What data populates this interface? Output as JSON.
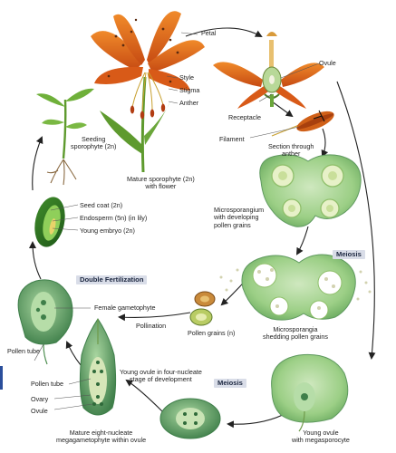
{
  "labels": {
    "petal": "Petal",
    "ovule": "Ovule",
    "style": "Style",
    "stigma": "Stigma",
    "anther": "Anther",
    "receptacle": "Receptacle",
    "filament": "Filament",
    "section_anther": "Section through\nanther",
    "seeding_sporophyte": "Seeding\nsporophyte (2n)",
    "mature_sporophyte": "Mature sporophyte (2n)\nwith flower",
    "microsporangium": "Microsporangium\nwith developing\npollen grains",
    "seed_coat": "Seed coat (2n)",
    "endosperm": "Endosperm (5n) (in lily)",
    "young_embryo": "Young embryo (2n)",
    "double_fertilization": "Double Fertilization",
    "meiosis_top": "Meiosis",
    "female_gametophyte": "Female gametophyte",
    "pollination": "Pollination",
    "pollen_grains": "Pollen grains (n)",
    "microsporangia_shedding": "Microsporangia\nshedding pollen grains",
    "pollen_tube_left": "Pollen tube",
    "young_ovule_four": "Young ovule in four-nucleate\nstage of development",
    "meiosis_bottom": "Meiosis",
    "pollen_tube_mid": "Pollen tube",
    "ovary": "Ovary",
    "ovule_bottom": "Ovule",
    "mature_megagametophyte": "Mature eight-nucleate\nmegagametophyte within ovule",
    "young_ovule_mega": "Young ovule\nwith megasporocyte"
  },
  "colors": {
    "flower_orange": "#e0651e",
    "spot_dark": "#5a2a10",
    "stem_green": "#5e9a2e",
    "tissue_green": "#9ccf86",
    "tissue_dark": "#4f8f52",
    "arrow": "#222222",
    "label_box": "#d9dde8",
    "accent_edge": "#2a4e9b"
  }
}
